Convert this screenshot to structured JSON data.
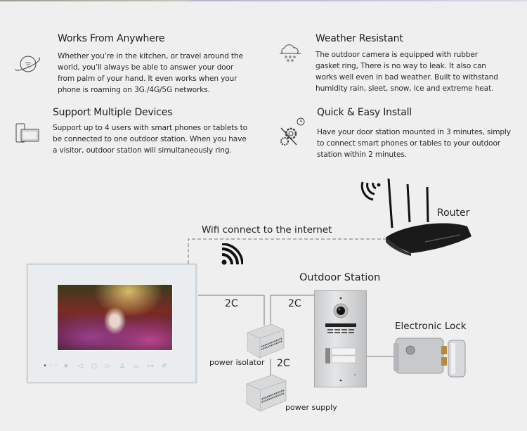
{
  "features": [
    {
      "title": "Works From Anywhere",
      "icon": "globe-wifi-icon",
      "lines": [
        "Whether you’re in the kitchen, or travel around the",
        "world, you’ll always be able to answer your door",
        "from palm of your hand. It even works when your",
        "phone is roaming on 3G./4G/5G networks."
      ]
    },
    {
      "title": "Support Multiple Devices",
      "icon": "phone-tablet-icon",
      "lines": [
        "Support up to 4 users with smart phones or tablets to",
        "be connected to one outdoor station. When you have",
        "a visitor, outdoor station will simultaneously ring."
      ]
    },
    {
      "title": "Weather Resistant",
      "icon": "cloud-rain-icon",
      "lines": [
        "The outdoor camera is equipped with rubber",
        "gasket ring, There is no way to leak. It also can",
        "works well even in bad weather. Built to withstand",
        "humidity rain, sleet, snow, ice and extreme heat."
      ]
    },
    {
      "title": "Quick & Easy Install",
      "icon": "gears-clock-icon",
      "lines": [
        "Have your door station mounted in 3 minutes, simply",
        "to connect smart phones or tables to your outdoor",
        "station within 2 minutes."
      ]
    }
  ],
  "diagram": {
    "wifi_label": "Wifi connect to the internet",
    "router_label": "Router",
    "outdoor_station_label": "Outdoor Station",
    "electronic_lock_label": "Electronic Lock",
    "power_isolator_label": "power isolator",
    "power_supply_label": "power supply",
    "cable_labels": [
      "2C",
      "2C",
      "2C"
    ],
    "monitor_buttons": [
      "•",
      "◦",
      "◦",
      "🕪",
      "◁",
      "○",
      "▷",
      "♙",
      "▭",
      "⊶",
      "✐"
    ]
  }
}
